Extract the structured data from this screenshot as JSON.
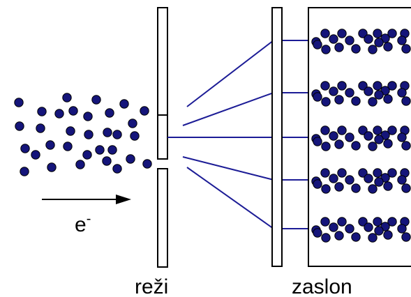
{
  "labels": {
    "electron_base": "e",
    "electron_charge": "-",
    "slits": "reži",
    "screen": "zaslon"
  },
  "colors": {
    "particle_fill": "#15157a",
    "particle_stroke": "#000000",
    "ray": "#1c1c96",
    "outline": "#000000",
    "background": "#ffffff"
  },
  "icons": {
    "arrow": "right-arrow-icon"
  }
}
